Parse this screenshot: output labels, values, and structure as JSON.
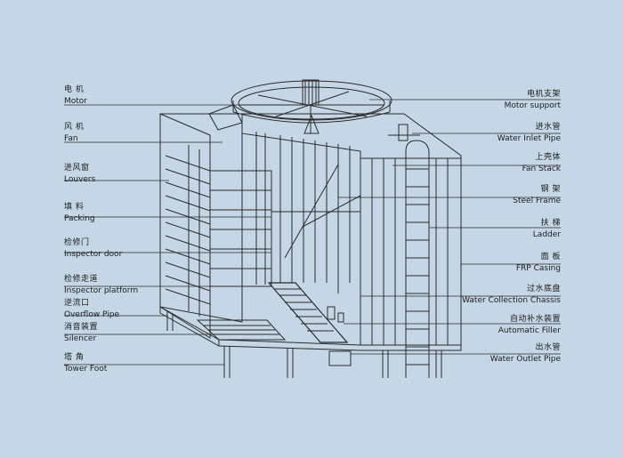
{
  "labels": {
    "left": [
      {
        "id": "motor",
        "zh": "电 机",
        "en": "Motor"
      },
      {
        "id": "fan",
        "zh": "风 机",
        "en": "Fan"
      },
      {
        "id": "louvers",
        "zh": "进风窗",
        "en": "Louvers"
      },
      {
        "id": "packing",
        "zh": "填 料",
        "en": "Packing"
      },
      {
        "id": "inspector-door",
        "zh": "检修门",
        "en": "Inspector door"
      },
      {
        "id": "inspector-platform",
        "zh": "检修走道",
        "en": "Inspector platform"
      },
      {
        "id": "overflow-pipe",
        "zh": "逆流口",
        "en": "Overflow Pipe"
      },
      {
        "id": "silencer",
        "zh": "消音装置",
        "en": "Silencer"
      },
      {
        "id": "tower-foot",
        "zh": "塔 角",
        "en": "Tower Foot"
      }
    ],
    "right": [
      {
        "id": "motor-support",
        "zh": "电机支架",
        "en": "Motor support"
      },
      {
        "id": "water-inlet-pipe",
        "zh": "进水管",
        "en": "Water Inlet Pipe"
      },
      {
        "id": "fan-stack",
        "zh": "上壳体",
        "en": "Fan Stack"
      },
      {
        "id": "steel-frame",
        "zh": "钢 架",
        "en": "Steel Frame"
      },
      {
        "id": "ladder",
        "zh": "扶 梯",
        "en": "Ladder"
      },
      {
        "id": "frp-casing",
        "zh": "面 板",
        "en": "FRP Casing"
      },
      {
        "id": "water-collection-chassis",
        "zh": "过水底盘",
        "en": "Water Collection Chassis"
      },
      {
        "id": "automatic-filler",
        "zh": "自动补水装置",
        "en": "Automatic Filler"
      },
      {
        "id": "water-outlet-pipe",
        "zh": "出水管",
        "en": "Water Outlet Pipe"
      }
    ]
  },
  "colors": {
    "background": "#c5d7e6",
    "line": "#2a2a2a"
  }
}
